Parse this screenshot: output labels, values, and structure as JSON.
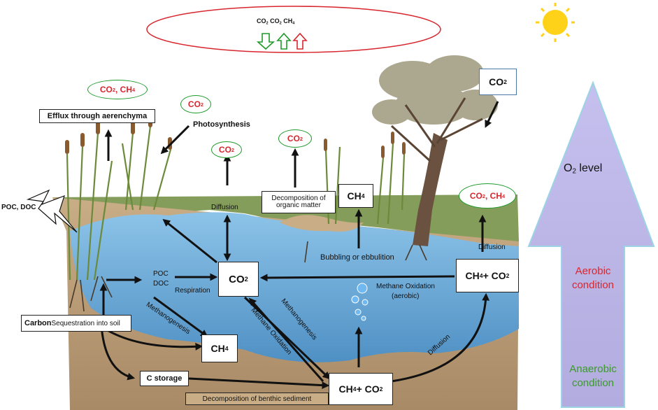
{
  "top_oval": {
    "text_prefix": "CO",
    "text_sub": "2",
    "text_mid": " CO",
    "text_sub2": "2",
    "text_end": " CH",
    "text_sub3": "4"
  },
  "ovals": {
    "co2_ch4_left": {
      "a": "CO",
      "a_sub": "2",
      "b": ", CH",
      "b_sub": "4"
    },
    "co2_photo": {
      "a": "CO",
      "a_sub": "2"
    },
    "co2_diffusion": {
      "a": "CO",
      "a_sub": "2"
    },
    "co2_decomp": {
      "a": "CO",
      "a_sub": "2"
    },
    "co2_ch4_right": {
      "a": "CO",
      "a_sub": "2",
      "b": ", CH",
      "b_sub": "4"
    }
  },
  "boxes": {
    "efflux": "Efflux through aerenchyma",
    "decomposition_organic": "Decomposition of organic matter",
    "ch4_top": {
      "a": "CH",
      "a_sub": "4"
    },
    "co2_tree": {
      "a": "CO",
      "a_sub": "2"
    },
    "co2_center": {
      "a": "CO",
      "a_sub": "2"
    },
    "ch4_co2_right": {
      "a": "CH",
      "a_sub": "4",
      "b": " + CO",
      "b_sub": "2"
    },
    "ch4_bottom": {
      "a": "CH",
      "a_sub": "4"
    },
    "ch4_co2_bottom": {
      "a": "CH",
      "a_sub": "4",
      "b": " + CO",
      "b_sub": "2"
    },
    "carbon_sequestration_bold": "Carbon",
    "carbon_sequestration_rest": "Sequestration into soil",
    "c_storage": "C storage",
    "decomposition_benthic": "Decomposition of benthic sediment"
  },
  "labels": {
    "photosynthesis": "Photosynthesis",
    "poc_doc_left": "POC, DOC",
    "diffusion_center": "Diffusion",
    "diffusion_right": "Diffusion",
    "diffusion_bottom": "Diffusion",
    "poc": "POC",
    "doc": "DOC",
    "respiration": "Respiration",
    "methanogenesis_left": "Methanogenesis",
    "methanogenesis_mid": "Methanogenesis",
    "methane_oxidation_diag": "Methane Oxidation",
    "methane_oxidation": "Methane Oxidation",
    "aerobic": "(aerobic)",
    "bubbling": "Bubbling or ebbulition"
  },
  "o2_arrow": {
    "title_a": "O",
    "title_sub": "2",
    "title_b": " level",
    "aerobic_1": "Aerobic",
    "aerobic_2": "condition",
    "anaerobic_1": "Anaerobic",
    "anaerobic_2": "condition"
  },
  "colors": {
    "water": "#6aa8d6",
    "soil": "#b59a76",
    "grass": "#7a9a4e",
    "arrow_o2": "#b9b4e6",
    "oval_border": "#1f9a2a",
    "red_text": "#d8262e",
    "green_text": "#3a9a2a",
    "sun": "#ffd21a"
  }
}
